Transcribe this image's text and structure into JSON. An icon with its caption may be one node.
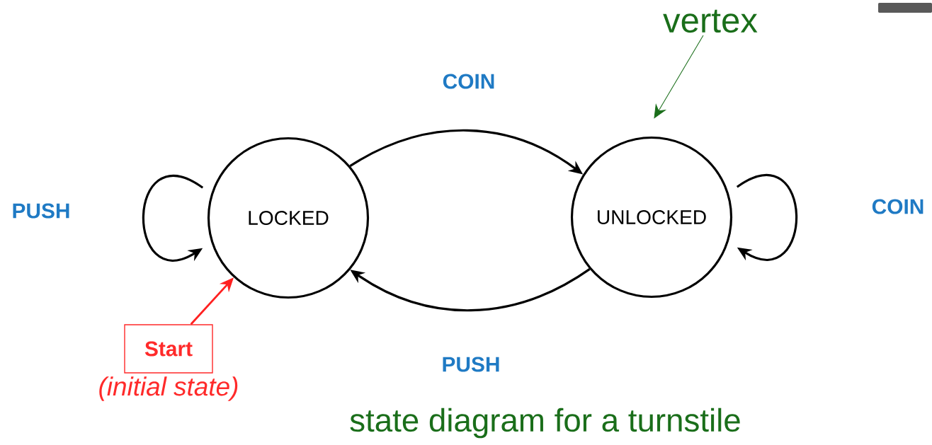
{
  "diagram": {
    "caption": "state diagram for a turnstile",
    "nodes": [
      {
        "text": [
          "LOCKED"
        ]
      },
      {
        "text": [
          "UNLOCKED"
        ]
      },
      {
        "text": [
          "Start"
        ],
        "beside": [
          "(initial state)"
        ]
      },
      {
        "text": [
          "vertex"
        ]
      }
    ],
    "edges": [
      {
        "from": 0,
        "to": 1,
        "arrow": "to",
        "label": "COIN"
      },
      {
        "from": 1,
        "to": 0,
        "arrow": "to",
        "label": "PUSH"
      },
      {
        "from": 0,
        "to": 0,
        "arrow": "to",
        "label": "PUSH"
      },
      {
        "from": 1,
        "to": 1,
        "arrow": "to",
        "label": "COIN"
      },
      {
        "from": 2,
        "to": 0,
        "arrow": "to",
        "color": "#ff2020"
      },
      {
        "from": 3,
        "to": 1,
        "arrow": "to",
        "color": "#1a6e1a"
      }
    ]
  }
}
